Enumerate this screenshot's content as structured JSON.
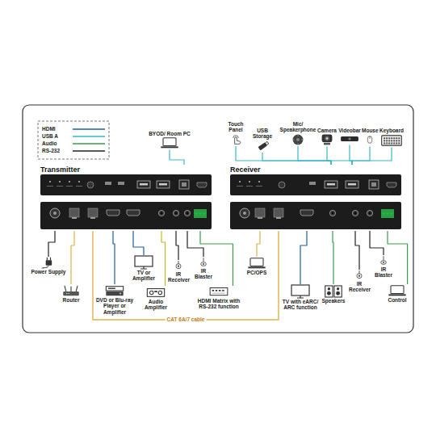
{
  "diagram": {
    "nodes": [
      {
        "text": [
          "Transmitter"
        ]
      },
      {
        "text": [
          "Receiver"
        ]
      },
      {
        "text": [
          "BYOD/ Room PC"
        ]
      },
      {
        "text": [
          "Touch Panel"
        ]
      },
      {
        "text": [
          "USB Storage"
        ]
      },
      {
        "text": [
          "Mic/ Speakerphone"
        ]
      },
      {
        "text": [
          "Camera"
        ]
      },
      {
        "text": [
          "Videobar"
        ]
      },
      {
        "text": [
          "Mouse"
        ]
      },
      {
        "text": [
          "Keyboard"
        ]
      },
      {
        "text": [
          "Power Supply"
        ]
      },
      {
        "text": [
          "Router"
        ]
      },
      {
        "text": [
          "DVD or Blu-ray Player or Amplifier"
        ]
      },
      {
        "text": [
          "TV or Amplifier"
        ]
      },
      {
        "text": [
          "Audio Amplifier"
        ]
      },
      {
        "text": [
          "IR Receiver"
        ]
      },
      {
        "text": [
          "IR Blaster"
        ]
      },
      {
        "text": [
          "HDMI Matrix with RS-232 function"
        ]
      },
      {
        "text": [
          "PC/OPS"
        ]
      },
      {
        "text": [
          "TV with eARC/ ARC function"
        ]
      },
      {
        "text": [
          "Speakers"
        ]
      },
      {
        "text": [
          "IR Receiver"
        ]
      },
      {
        "text": [
          "IR Blaster"
        ]
      },
      {
        "text": [
          "Control"
        ]
      }
    ],
    "edges": [
      {
        "from": 2,
        "to": 0,
        "arrow": "none"
      },
      {
        "from": 3,
        "to": 1,
        "arrow": "none"
      },
      {
        "from": 4,
        "to": 1,
        "arrow": "none"
      },
      {
        "from": 5,
        "to": 1,
        "arrow": "none"
      },
      {
        "from": 6,
        "to": 1,
        "arrow": "none"
      },
      {
        "from": 7,
        "to": 1,
        "arrow": "none"
      },
      {
        "from": 8,
        "to": 1,
        "arrow": "none"
      },
      {
        "from": 9,
        "to": 1,
        "arrow": "none"
      },
      {
        "from": 10,
        "to": 0,
        "arrow": "none"
      },
      {
        "from": 11,
        "to": 0,
        "arrow": "none"
      },
      {
        "from": 0,
        "to": 1,
        "label": "CAT 6A/7 cable",
        "arrow": "none"
      },
      {
        "from": 12,
        "to": 0,
        "arrow": "none"
      },
      {
        "from": 13,
        "to": 0,
        "arrow": "none"
      },
      {
        "from": 14,
        "to": 0,
        "arrow": "none"
      },
      {
        "from": 15,
        "to": 0,
        "arrow": "none"
      },
      {
        "from": 16,
        "to": 0,
        "arrow": "none"
      },
      {
        "from": 17,
        "to": 0,
        "arrow": "none"
      },
      {
        "from": 18,
        "to": 1,
        "arrow": "none"
      },
      {
        "from": 19,
        "to": 1,
        "arrow": "none"
      },
      {
        "from": 20,
        "to": 1,
        "arrow": "none"
      },
      {
        "from": 21,
        "to": 1,
        "arrow": "none"
      },
      {
        "from": 22,
        "to": 1,
        "arrow": "none"
      },
      {
        "from": 23,
        "to": 1,
        "arrow": "none"
      }
    ],
    "legend": [
      {
        "text": "HDMI",
        "color": "#1f5d9c"
      },
      {
        "text": "USB A",
        "color": "#3ab7c8"
      },
      {
        "text": "Audio",
        "color": "#3a9c4c"
      },
      {
        "text": "RS-232",
        "color": "#222222"
      }
    ]
  }
}
